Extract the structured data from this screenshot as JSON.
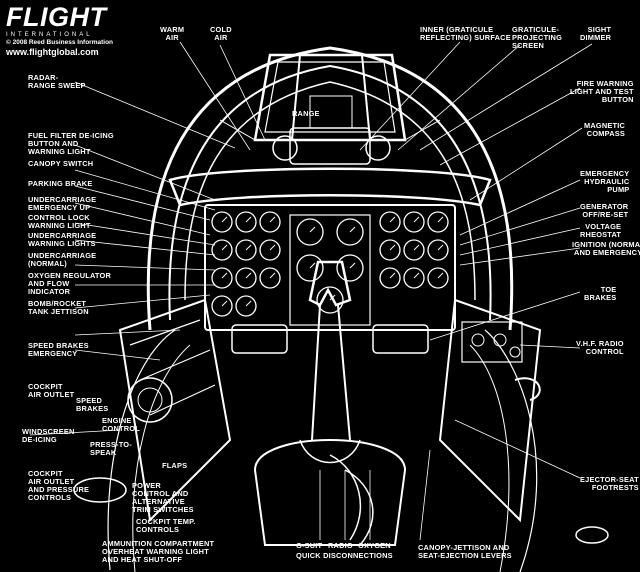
{
  "brand": {
    "name": "FLIGHT",
    "subtitle": "INTERNATIONAL",
    "copyright": "© 2008 Reed Business Information",
    "url": "www.flightglobal.com"
  },
  "labels": {
    "warm_air": "WARM\nAIR",
    "cold_air": "COLD\nAIR",
    "inner_surface": "INNER (GRATICULE\nREFLECTING) SURFACE",
    "graticule_screen": "GRATICULE-\nPROJECTING\nSCREEN",
    "sight_dimmer": "SIGHT\nDIMMER",
    "radar_range_sweep": "RADAR-\nRANGE SWEEP",
    "range": "RANGE",
    "fire_warning": "FIRE WARNING\nLIGHT AND TEST\nBUTTON",
    "magnetic_compass": "MAGNETIC\nCOMPASS",
    "fuel_filter": "FUEL FILTER DE-ICING\nBUTTON AND\nWARNING LIGHT",
    "canopy_switch": "CANOPY SWITCH",
    "parking_brake": "PARKING BRAKE",
    "emergency_pump": "EMERGENCY\nHYDRAULIC\nPUMP",
    "undercarriage_emergency_up": "UNDERCARRIAGE\nEMERGENCY UP",
    "generator": "GENERATOR\nOFF/RE-SET",
    "control_lock": "CONTROL LOCK\nWARNING LIGHT",
    "voltage_rheostat": "VOLTAGE\nRHEOSTAT",
    "undercarriage_warning": "UNDERCARRIAGE\nWARNING LIGHTS",
    "ignition": "IGNITION (NORMAL\nAND EMERGENCY)",
    "undercarriage_normal": "UNDERCARRIAGE\n(NORMAL)",
    "oxygen_regulator": "OXYGEN REGULATOR\nAND FLOW\nINDICATOR",
    "toe_brakes": "TOE\nBRAKES",
    "bomb_rocket": "BOMB/ROCKET\nTANK JETTISON",
    "speed_brakes_emergency": "SPEED BRAKES\nEMERGENCY",
    "vhf_radio": "V.H.F. RADIO\nCONTROL",
    "cockpit_air_outlet": "COCKPIT\nAIR OUTLET",
    "speed_brakes": "SPEED\nBRAKES",
    "engine_control": "ENGINE\nCONTROL",
    "windscreen_deicing": "WINDSCREEN\nDE-ICING",
    "press_to_speak": "PRESS-TO-\nSPEAK",
    "flaps": "FLAPS",
    "cockpit_air_outlet_pressure": "COCKPIT\nAIR OUTLET\nAND PRESSURE\nCONTROLS",
    "power_control_trim": "POWER\nCONTROL AND\nALTERNATIVE\nTRIM SWITCHES",
    "ejector_seat_footrests": "EJECTOR-SEAT\nFOOTRESTS",
    "cockpit_temp": "COCKPIT TEMP.\nCONTROLS",
    "ammunition": "AMMUNITION COMPARTMENT\nOVERHEAT WARNING LIGHT\nAND HEAT SHUT-OFF",
    "g_suit": "G-SUIT",
    "radio": "RADIO",
    "oxygen": "OXYGEN",
    "quick_disconnections": "QUICK DISCONNECTIONS",
    "canopy_jettison": "CANOPY-JETTISON AND\nSEAT-EJECTION LEVERS"
  },
  "colors": {
    "background": "#000000",
    "linework": "#ffffff"
  }
}
